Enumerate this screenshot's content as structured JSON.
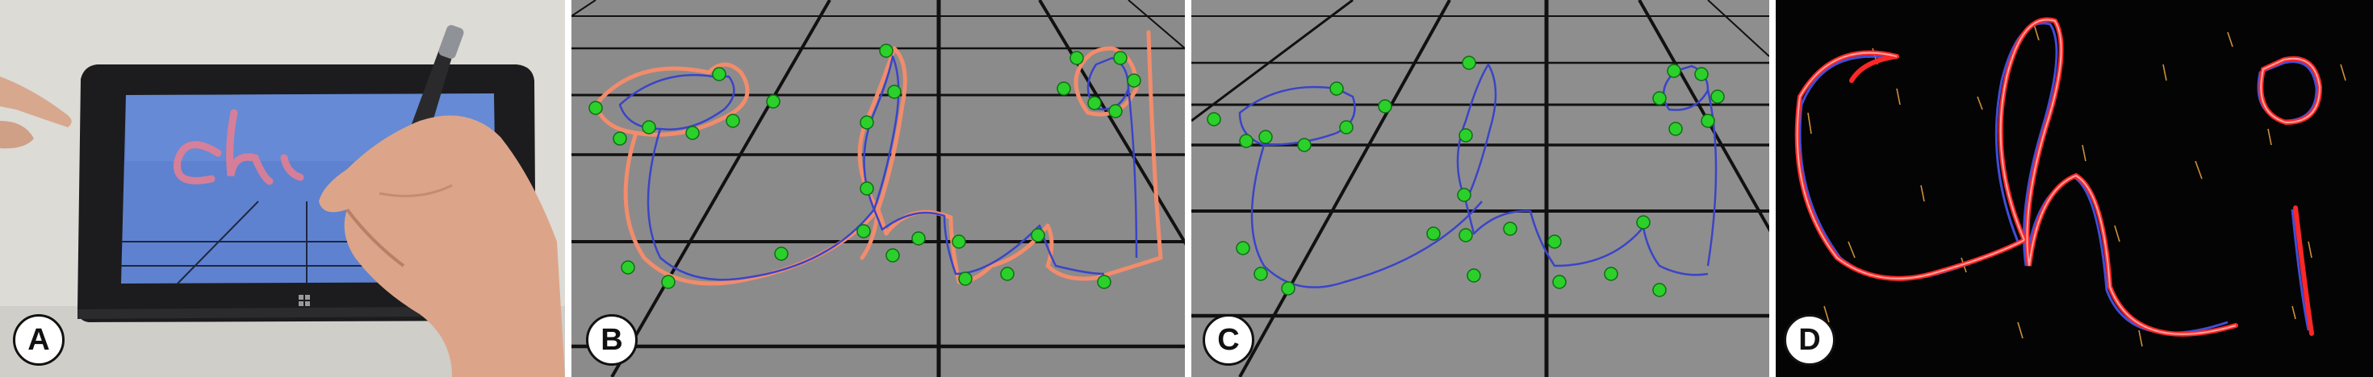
{
  "panels": [
    {
      "label": "A",
      "colors": {
        "bg": "#d9d8d3",
        "screen": "#5b7fcc",
        "ink": "#e07a8d"
      }
    },
    {
      "label": "B",
      "colors": {
        "bg": "#8c8c8c",
        "grid": "#1a1a1a",
        "stroke_orange": "#f08a6a",
        "stroke_blue": "#3a42c8",
        "node": "#2bcc2b"
      }
    },
    {
      "label": "C",
      "colors": {
        "bg": "#8e8e8e",
        "grid": "#1a1a1a",
        "stroke_blue": "#3a42c8",
        "node": "#2bcc2b"
      }
    },
    {
      "label": "D",
      "colors": {
        "bg": "#050505",
        "light_red": "#ff2a2a",
        "light_blue": "#4a5cff"
      }
    }
  ]
}
